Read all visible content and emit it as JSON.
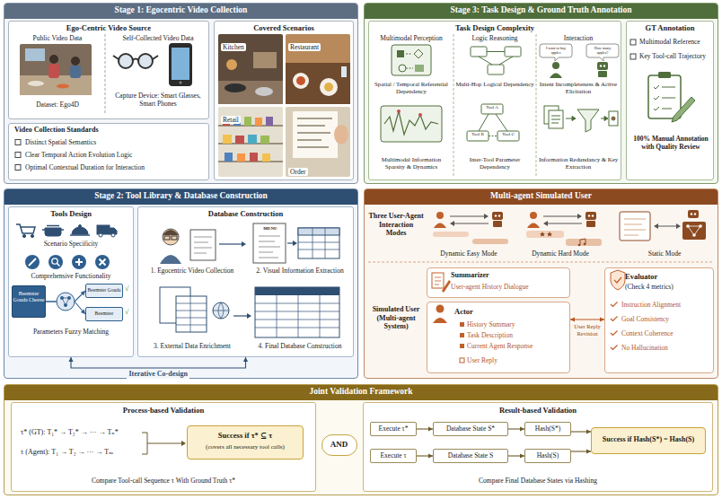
{
  "diagram": {
    "nodes": [
      {
        "text": [
          "Stage 1: Egocentric Video Collection"
        ]
      },
      {
        "text": [
          "Ego-Centric Video Source",
          "Public Video Data",
          "Self-Collected Video Data",
          "Dataset: Ego4D",
          "Capture Device: Smart Glasses, Smart Phones"
        ],
        "in": 0
      },
      {
        "text": [
          "Covered Scenarios",
          "Kitchen",
          "Restaurant",
          "Retail",
          "Order"
        ],
        "in": 0
      },
      {
        "text": [
          "Video Collection Standards",
          "Distinct Spatial Semantics",
          "Clear Temporal Action Evolution Logic",
          "Optimal Contextual Duration for Interaction"
        ],
        "in": 0
      },
      {
        "text": [
          "Stage 3: Task Design & Ground Truth Annotation"
        ]
      },
      {
        "text": [
          "Task Design Complexity",
          "Multimodal Perception",
          "Logic Reasoning",
          "Interaction",
          "Spatial / Temporal Referential Dependency",
          "Multi-Hop Logical Dependency",
          "Intent Incompleteness & Active Elicitation",
          "Multimodal Information Sparsity & Dynamics",
          "Inter-Tool Parameter Dependency",
          "Information Redundancy & Key Extraction"
        ],
        "in": 4
      },
      {
        "text": [
          "GT Annotation",
          "Multimodal Reference",
          "Key Tool-call Trajectory",
          "100% Manual Annotation with Quality Review"
        ],
        "in": 4
      },
      {
        "text": [
          "Stage 2: Tool Library & Database Construction"
        ]
      },
      {
        "text": [
          "Tools Design",
          "Scenario Specificity",
          "Comprehensive Functionality",
          "Parameters Fuzzy Matching"
        ],
        "in": 7
      },
      {
        "text": [
          "Beemster Gouda Cheese"
        ],
        "in": 8
      },
      {
        "text": [
          "Beemster Gouda"
        ],
        "in": 8
      },
      {
        "text": [
          "Beemster"
        ],
        "in": 8
      },
      {
        "text": [
          "Database Construction",
          "1. Egocentric Video Collection",
          "2. Visual Information Extraction",
          "3. External Data Enrichment",
          "4. Final Database Construction"
        ],
        "in": 7
      },
      {
        "text": [
          "Multi-agent Simulated User"
        ]
      },
      {
        "text": [
          "Summarizer",
          "User-agent History Dialogue"
        ],
        "in": 13
      },
      {
        "text": [
          "Actor",
          "History Summary",
          "Task Description",
          "Current Agent Response",
          "User Reply"
        ],
        "in": 13
      },
      {
        "text": [
          "Evaluator",
          "(Check 4 metrics)",
          "Instruction Alignment",
          "Goal Consistency",
          "Context Coherence",
          "No Hallucination"
        ],
        "in": 13
      },
      {
        "text": [
          "Joint Validation Framework"
        ]
      },
      {
        "text": [
          "Process-based Validation",
          "τ* (GT): T₁* → T₂* → ··· → Tₙ*",
          "τ (Agent): T₁ → T₂ → ··· → Tₘ",
          "Compare Tool-call Sequence τ With Ground Truth τ*"
        ],
        "in": 17
      },
      {
        "text": [
          "Success if τ* ⊆ τ",
          "(covers all necessary tool calls)"
        ],
        "in": 18
      },
      {
        "text": [
          "AND"
        ],
        "in": 17
      },
      {
        "text": [
          "Result-based Validation",
          "Compare Final Database States via Hashing"
        ],
        "in": 17
      },
      {
        "text": [
          "Execute τ*"
        ],
        "in": 21
      },
      {
        "text": [
          "Database State S*"
        ],
        "in": 21
      },
      {
        "text": [
          "Hash(S*)"
        ],
        "in": 21
      },
      {
        "text": [
          "Execute τ"
        ],
        "in": 21
      },
      {
        "text": [
          "Database State S"
        ],
        "in": 21
      },
      {
        "text": [
          "Hash(S)"
        ],
        "in": 21
      },
      {
        "text": [
          "Success if Hash(S*) = Hash(S)"
        ],
        "in": 21
      }
    ],
    "edges": [
      {
        "from": 9,
        "to": 10,
        "arrow": "to"
      },
      {
        "from": 9,
        "to": 11,
        "arrow": "to"
      },
      {
        "from": 12,
        "to": 8,
        "label": "Iterative Co-design",
        "arrow": "both"
      },
      {
        "from": 15,
        "to": 16,
        "label": "User Reply Revision",
        "arrow": "both"
      },
      {
        "from": 22,
        "to": 23,
        "arrow": "to"
      },
      {
        "from": 23,
        "to": 24,
        "arrow": "to"
      },
      {
        "from": 25,
        "to": 26,
        "arrow": "to"
      },
      {
        "from": 26,
        "to": 27,
        "arrow": "to"
      },
      {
        "from": 24,
        "to": 28,
        "arrow": "to"
      },
      {
        "from": 27,
        "to": 28,
        "arrow": "to"
      }
    ],
    "labels": [
      "I want to buy apples",
      "How many apples?",
      "Tool A",
      "Tool B",
      "Tool C",
      "√",
      "√",
      "MENU",
      "Three User-Agent Interaction Modes",
      "Dynamic Easy Mode",
      "Dynamic Hard Mode",
      "Static Mode",
      "Simulated User (Multi-agent System)"
    ]
  }
}
